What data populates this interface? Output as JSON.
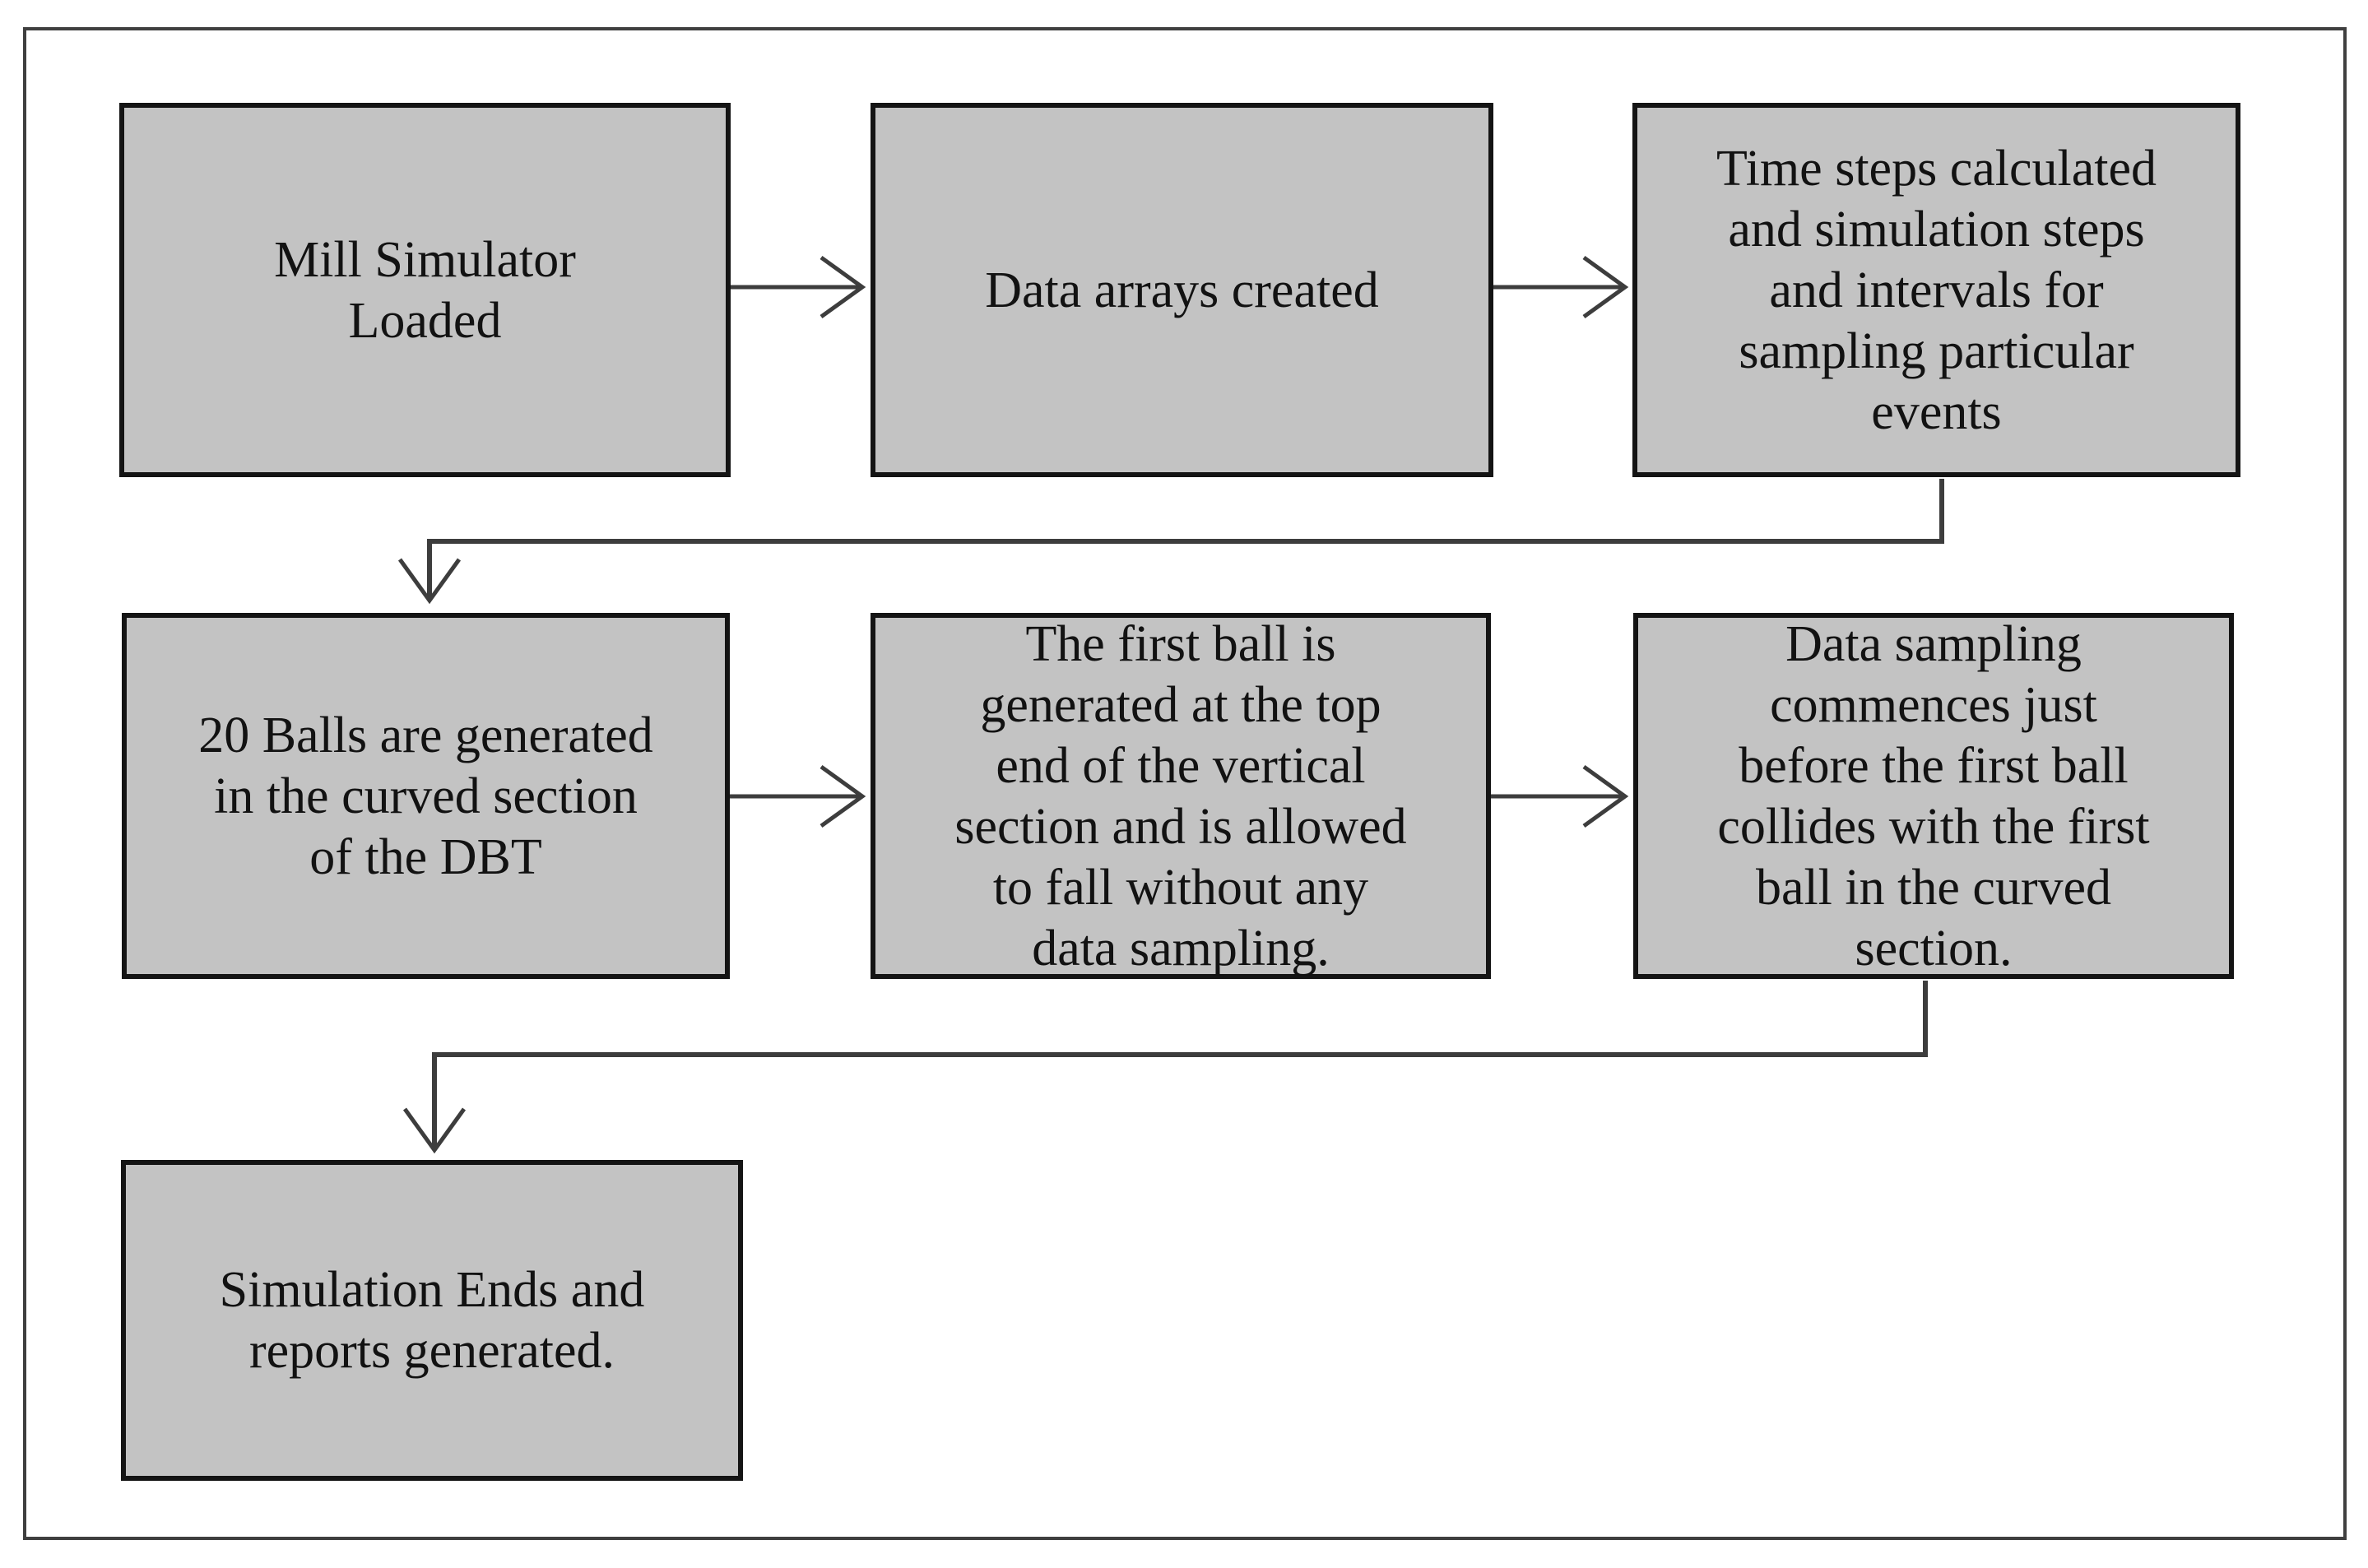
{
  "flowchart": {
    "boxes": [
      {
        "id": "mill-simulator-loaded",
        "text": "Mill Simulator\nLoaded"
      },
      {
        "id": "data-arrays-created",
        "text": "Data arrays created"
      },
      {
        "id": "time-steps-calculated",
        "text": "Time steps calculated\nand simulation steps\nand intervals for\nsampling particular\nevents"
      },
      {
        "id": "balls-generated",
        "text": "20 Balls are generated\nin the curved section\nof the DBT"
      },
      {
        "id": "first-ball-generated",
        "text": "The first ball is\ngenerated at the top\nend of the vertical\nsection and is allowed\nto fall without any\ndata sampling."
      },
      {
        "id": "data-sampling-commences",
        "text": "Data sampling\ncommences just\nbefore the first ball\ncollides with the first\nball in the curved\nsection."
      },
      {
        "id": "simulation-ends",
        "text": "Simulation Ends and\nreports generated."
      }
    ],
    "edges": [
      {
        "from": "mill-simulator-loaded",
        "to": "data-arrays-created",
        "type": "straight-arrow"
      },
      {
        "from": "data-arrays-created",
        "to": "time-steps-calculated",
        "type": "straight-arrow"
      },
      {
        "from": "time-steps-calculated",
        "to": "balls-generated",
        "type": "elbow-arrow"
      },
      {
        "from": "balls-generated",
        "to": "first-ball-generated",
        "type": "straight-arrow"
      },
      {
        "from": "first-ball-generated",
        "to": "data-sampling-commences",
        "type": "straight-arrow"
      },
      {
        "from": "data-sampling-commences",
        "to": "simulation-ends",
        "type": "elbow-arrow"
      }
    ],
    "colors": {
      "box_fill": "#c3c3c3",
      "box_border": "#141414",
      "connector": "#3d3d3d",
      "frame_border": "#3f3f3f",
      "background": "#ffffff",
      "text": "#121212"
    }
  }
}
